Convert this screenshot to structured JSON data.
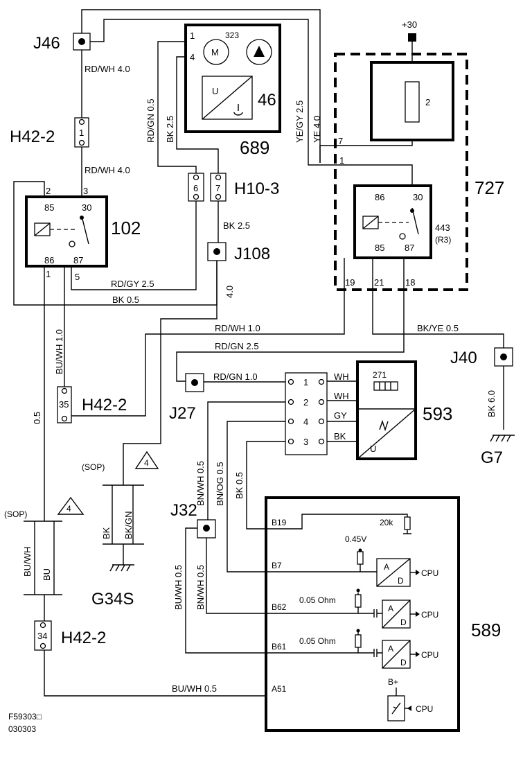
{
  "connectors": {
    "J46": "J46",
    "J108": "J108",
    "J40": "J40",
    "J27": "J27",
    "J32": "J32",
    "H42_2_a": "H42-2",
    "H42_2_b": "H42-2",
    "H42_2_c": "H42-2",
    "H10_3": "H10-3",
    "G7": "G7",
    "G34S": "G34S"
  },
  "components": {
    "c689": "689",
    "c323": "323",
    "c46": "46",
    "c727": "727",
    "c102": "102",
    "c443": "443",
    "c443_sub": "(R3)",
    "c593": "593",
    "c589": "589",
    "c271": "271",
    "c2": "2"
  },
  "pins": {
    "h42_1": "1",
    "h10_6": "6",
    "h10_7": "7",
    "h42_35": "35",
    "h42_34": "34",
    "r102_2": "2",
    "r102_3": "3",
    "r102_85": "85",
    "r102_30": "30",
    "r102_86": "86",
    "r102_87": "87",
    "r102_1": "1",
    "r102_5": "5",
    "m689_1": "1",
    "m689_4": "4",
    "k727_7": "7",
    "k727_1": "1",
    "k443_86": "86",
    "k443_30": "30",
    "k443_85": "85",
    "k443_87": "87",
    "k727_19": "19",
    "k727_21": "21",
    "k727_18": "18",
    "c593_1": "1",
    "c593_2": "2",
    "c593_4": "4",
    "c593_3": "3",
    "m": "M",
    "u": "U",
    "u2": "U",
    "a": "A",
    "d": "D",
    "a2": "A",
    "d2": "D",
    "a3": "A",
    "d3": "D"
  },
  "wires": {
    "w1": "RD/WH 4.0",
    "w2": "RD/WH 4.0",
    "w3": "RD/GN 0.5",
    "w4": "BK  2.5",
    "w5": "YE/GY  2.5",
    "w6": "YE  4.0",
    "w7": "BK  2.5",
    "w8": "RD/GY  2.5",
    "w9": "BK  0.5",
    "w10": "4.0",
    "w11": "RD/WH 1.0",
    "w12": "RD/GN  2.5",
    "w13": "BK/YE   0.5",
    "w14": "RD/GN  1.0",
    "w15": "WH",
    "w16": "WH",
    "w17": "GY",
    "w18": "BK",
    "w19": "BU/WH 1.0",
    "w20": "0.5",
    "w21": "BK  6.0",
    "w22": "BN/WH  0.5",
    "w23": "BN/OG  0.5",
    "w24": "BK  0.5",
    "w25": "BK",
    "w26": "BK/GN",
    "w27": "BU/WH",
    "w28": "BU",
    "w29": "BU/WH  0.5",
    "w30": "BN/WH  0.5",
    "w31": "BU/WH  0.5"
  },
  "module589": {
    "b19": "B19",
    "b7": "B7",
    "b62": "B62",
    "b61": "B61",
    "a51": "A51",
    "r20k": "20k",
    "v045": "0.45V",
    "ohm1": "0.05 Ohm",
    "ohm2": "0.05 Ohm",
    "cpu1": "CPU",
    "cpu2": "CPU",
    "cpu3": "CPU",
    "cpu4": "CPU",
    "bplus": "B+"
  },
  "misc": {
    "plus30": "+30",
    "sop1": "(SOP)",
    "sop2": "(SOP)",
    "tri1": "4",
    "tri2": "4",
    "fig": "F59303□",
    "date": "030303"
  }
}
